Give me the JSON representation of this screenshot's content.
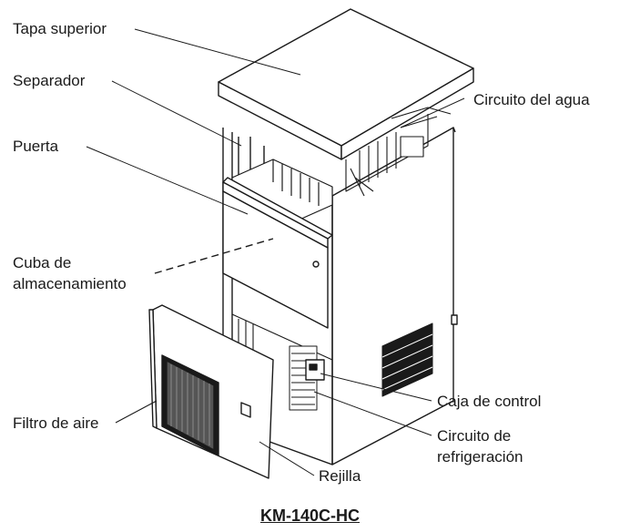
{
  "labels": {
    "top_cover": "Tapa superior",
    "separator": "Separador",
    "door": "Puerta",
    "bin_line1": "Cuba de",
    "bin_line2": "almacenamiento",
    "air_filter": "Filtro de aire",
    "water_circuit": "Circuito del agua",
    "control_box": "Caja de control",
    "refrig_line1": "Circuito de",
    "refrig_line2": "refrigeración",
    "grille": "Rejilla"
  },
  "caption": "KM-140C-HC"
}
